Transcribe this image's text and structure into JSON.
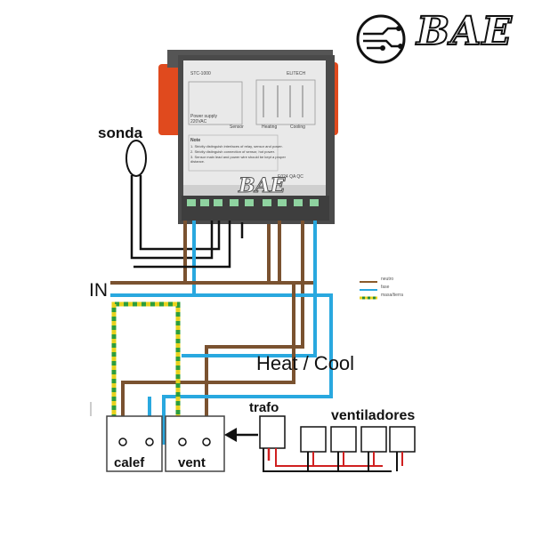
{
  "logo": {
    "text": "BAE"
  },
  "controller": {
    "model": "STC-1000",
    "brand": "ELITECH",
    "terminals": {
      "power": "Power supply 220VAC",
      "sensor": "Sensor",
      "heating": "Heating",
      "cooling": "Cooling"
    },
    "note_title": "Note",
    "note_lines": [
      "1. Strictly distinguish interfaces of relay, sensor and power.",
      "2. Strictly distinguish connection of sensor, hot power.",
      "3. Sensor main lead and power wire should be kept a proper distance."
    ],
    "code": "E024  QA  QC"
  },
  "labels": {
    "sonda": "sonda",
    "in": "IN",
    "heat_cool": "Heat / Cool",
    "trafo": "trafo",
    "ventiladores": "ventiladores",
    "calef": "calef",
    "vent": "vent"
  },
  "legend": [
    {
      "label": "neutro",
      "color": "#8a5a2b"
    },
    {
      "label": "fase",
      "color": "#2aa7e0"
    },
    {
      "label": "masa/tierra",
      "color": "#2e8b2e"
    }
  ],
  "wire_colors": {
    "neutral": "#7a5230",
    "phase": "#29a8df",
    "ground_green": "#2e9e3a",
    "ground_yellow": "#e8d21d",
    "signal": "#111111",
    "low_voltage": "#d02020"
  }
}
